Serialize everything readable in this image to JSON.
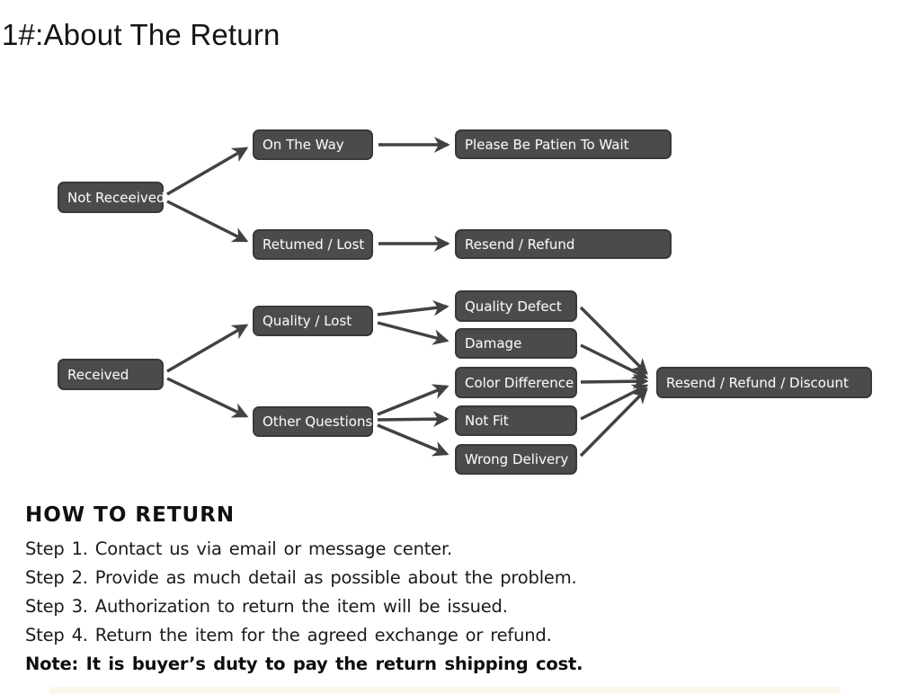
{
  "page": {
    "title": "1#:About The Return"
  },
  "flowchart": {
    "nodes": [
      {
        "id": "not-received",
        "label": "Not Receeived"
      },
      {
        "id": "on-the-way",
        "label": "On The Way"
      },
      {
        "id": "please-be-patient",
        "label": "Please Be Patien To Wait"
      },
      {
        "id": "returned-lost",
        "label": "Retumed / Lost"
      },
      {
        "id": "resend-refund",
        "label": "Resend / Refund"
      },
      {
        "id": "received",
        "label": "Received"
      },
      {
        "id": "quality-lost",
        "label": "Quality / Lost"
      },
      {
        "id": "other-questions",
        "label": "Other Questions"
      },
      {
        "id": "quality-defect",
        "label": "Quality Defect"
      },
      {
        "id": "damage",
        "label": "Damage"
      },
      {
        "id": "color-difference",
        "label": "Color Difference"
      },
      {
        "id": "not-fit",
        "label": "Not Fit"
      },
      {
        "id": "wrong-delivery",
        "label": "Wrong Delivery"
      },
      {
        "id": "resend-refund-discount",
        "label": "Resend / Refund / Discount"
      }
    ],
    "colors": {
      "node_background": "#4b4b4b",
      "node_border": "#393939",
      "node_text": "#f7f7f7",
      "arrow": "#424242"
    }
  },
  "how_to_return": {
    "heading": "HOW TO RETURN",
    "steps": [
      "Step 1. Contact us via email or message center.",
      "Step 2. Provide as much detail as possible about the problem.",
      "Step 3. Authorization to return the item will be issued.",
      "Step 4. Return the item for the agreed exchange or refund."
    ],
    "note": "Note: It is buyer’s duty to pay the return shipping cost."
  }
}
